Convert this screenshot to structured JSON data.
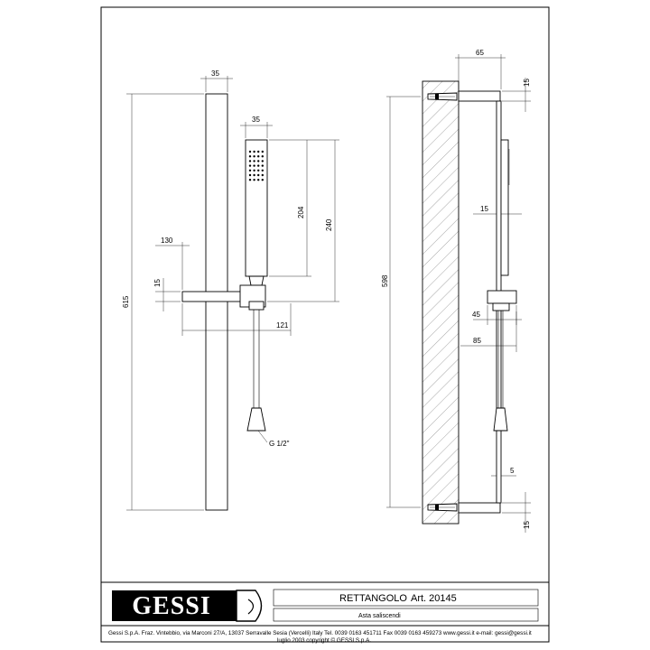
{
  "title_block": {
    "product_name": "RETTANGOLO",
    "article": "Art. 20145",
    "description": "Asta saliscendi",
    "logo_text": "GESSI",
    "company_line": "Gessi S.p.A. Fraz. Vintebbio, via Marconi 27/A, 13037 Serravalle Sesia (Vercelli) Italy Tel. 0039 0163 451711 Fax 0039 0163 459273 www.gessi.it  e-mail: gessi@gessi.it",
    "copyright_line": "luglio 2003 copyright © GESSI S.p.A."
  },
  "front_view": {
    "dims": {
      "bar_width": "35",
      "handshower_width": "35",
      "handshower_head": "204",
      "handshower_total": "240",
      "bar_length": "615",
      "support_offset": "130",
      "support_height": "15",
      "support_depth": "121",
      "thread": "G 1/2\""
    }
  },
  "side_view": {
    "dims": {
      "bracket_depth": "65",
      "bracket_top": "15",
      "fixing_centers": "598",
      "hose_offset": "15",
      "slider_depth": "45",
      "slider_total": "85",
      "bracket_gap": "5",
      "bracket_bottom": "15"
    }
  }
}
